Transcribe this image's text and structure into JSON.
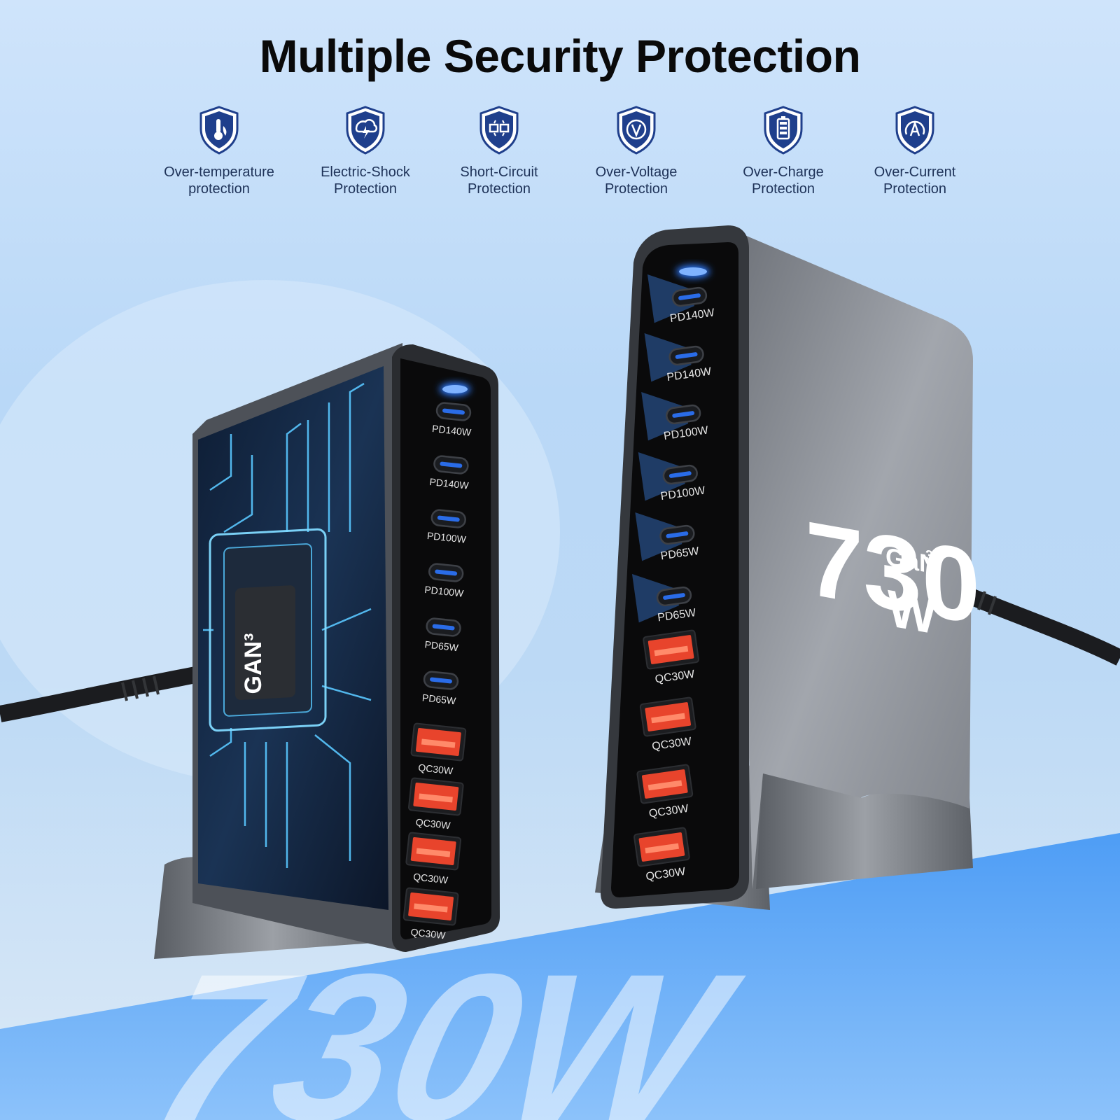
{
  "title": "Multiple Security Protection",
  "features": [
    {
      "label": "Over-temperature\nprotection",
      "icon": "thermometer-shield-icon"
    },
    {
      "label": "Electric-Shock\nProtection",
      "icon": "lightning-shield-icon"
    },
    {
      "label": "Short-Circuit\nProtection",
      "icon": "circuit-shield-icon"
    },
    {
      "label": "Over-Voltage\nProtection",
      "icon": "voltage-shield-icon"
    },
    {
      "label": "Over-Charge\nProtection",
      "icon": "battery-shield-icon"
    },
    {
      "label": "Over-Current\nProtection",
      "icon": "current-shield-icon"
    }
  ],
  "left_charger": {
    "chip_label": "GAN³",
    "ports": [
      "PD140W",
      "PD140W",
      "PD100W",
      "PD100W",
      "PD65W",
      "PD65W",
      "QC30W",
      "QC30W",
      "QC30W",
      "QC30W"
    ]
  },
  "right_charger": {
    "power_value": "730",
    "power_unit": "W",
    "tech_label": "GaN",
    "tech_sup": "3",
    "ports": [
      "PD140W",
      "PD140W",
      "PD100W",
      "PD100W",
      "PD65W",
      "PD65W",
      "QC30W",
      "QC30W",
      "QC30W",
      "QC30W"
    ]
  },
  "banner_text": "730W",
  "colors": {
    "icon_blue": "#1f3f8c",
    "usb_c_blue": "#2a6ce8",
    "usb_a_red": "#e8442c",
    "banner_blue": "#5aa5f7"
  }
}
